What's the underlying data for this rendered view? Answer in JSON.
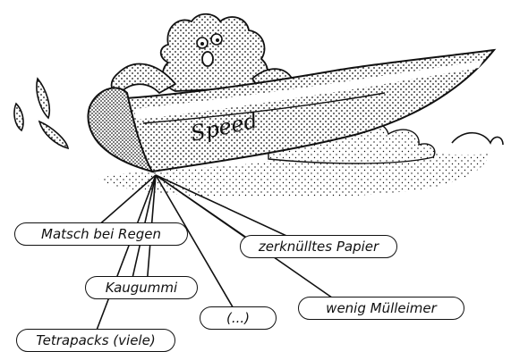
{
  "illustration": {
    "subject": "stippled-creature-in-speedboat",
    "boat_lettering": "Speed"
  },
  "labels": [
    {
      "id": "matsch",
      "text": "Matsch bei Regen"
    },
    {
      "id": "papier",
      "text": "zerknülltes Papier"
    },
    {
      "id": "kaugummi",
      "text": "Kaugummi"
    },
    {
      "id": "ellipsis",
      "text": "(...)"
    },
    {
      "id": "muelleimer",
      "text": "wenig Mülleimer"
    },
    {
      "id": "tetrapacks",
      "text": "Tetrapacks (viele)"
    }
  ],
  "colors": {
    "ink": "#111111",
    "paper": "#ffffff"
  }
}
